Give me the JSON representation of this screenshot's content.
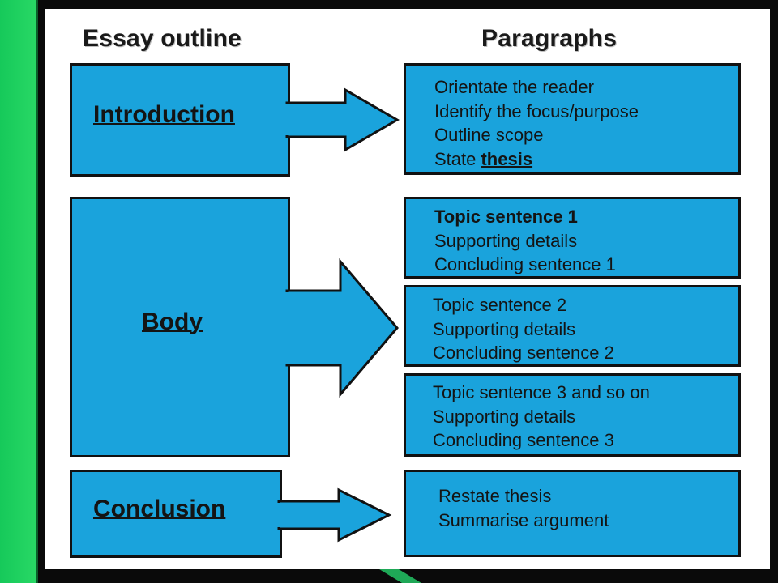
{
  "headings": {
    "left": "Essay outline",
    "right": "Paragraphs"
  },
  "sections": {
    "introduction": "Introduction",
    "body": "Body",
    "conclusion": "Conclusion"
  },
  "paragraphs": {
    "introduction": {
      "line1": "Orientate the reader",
      "line2": "Identify the focus/purpose",
      "line3": "Outline scope",
      "line4_prefix": "State ",
      "line4_emphasis": "thesis"
    },
    "body1": {
      "line1": "Topic sentence 1",
      "line2": "Supporting details",
      "line3": "Concluding sentence 1"
    },
    "body2": {
      "line1": "Topic sentence 2",
      "line2": "Supporting details",
      "line3": "Concluding sentence 2"
    },
    "body3": {
      "line1": "Topic sentence 3 and so on",
      "line2": "Supporting details",
      "line3": "Concluding sentence 3"
    },
    "conclusion": {
      "line1": "Restate thesis",
      "line2": "Summarise argument"
    }
  },
  "colors": {
    "box_fill": "#1aa3dc",
    "box_border": "#111111",
    "slide_green": "#1fd35c"
  }
}
